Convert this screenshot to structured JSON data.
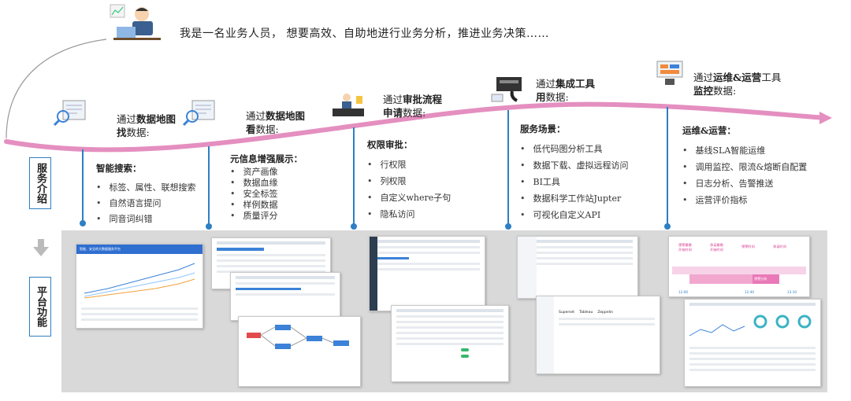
{
  "intro": "我是一名业务人员， 想要高效、自助地进行业务分析，推进业务决策……",
  "side_labels": {
    "service": "服务介绍",
    "platform": "平台功能"
  },
  "stages": [
    {
      "pre": "通过",
      "bold": "数据地图",
      "line2b": "找",
      "post": "数据:",
      "section": "智能搜索：",
      "items": [
        "标签、属性、联想搜索",
        "自然语言提问",
        "同音词纠错"
      ]
    },
    {
      "pre": "通过",
      "bold": "数据地图",
      "line2b": "看",
      "post": "数据:",
      "section": "元信息增强展示：",
      "items": [
        "资产画像",
        "数据血缘",
        "安全标签",
        "样例数据",
        "质量评分"
      ]
    },
    {
      "pre": "通过",
      "bold": "审批流程",
      "line2b": "申请",
      "post": "数据:",
      "section": "权限审批：",
      "items": [
        "行权限",
        "列权限",
        "自定义where子句",
        "隐私访问"
      ]
    },
    {
      "pre": "通过",
      "bold": "集成工具",
      "line2b": "用",
      "post": "数据:",
      "section": "服务场景：",
      "items": [
        "低代码图分析工具",
        "数据下载、虚拟远程访问",
        "BI工具",
        "数据科学工作站Jupter",
        "可视化自定义API"
      ]
    },
    {
      "pre": "通过",
      "bold": "运维&运营",
      "tail": "工具",
      "line2b": "监控",
      "post": "数据:",
      "section": "运维&运营：",
      "items": [
        "基线SLA智能运维",
        "调用监控、限流&熔断自配置",
        "日志分析、告警推送",
        "运营评价指标"
      ]
    }
  ],
  "screens": {
    "s1_title": "智能、安全的大数据服务平台",
    "s5_bars": [
      "预警最晚开始时间",
      "承诺最晚开始时间",
      "预警时间",
      "承诺时间",
      "预警分析"
    ],
    "s5_times": [
      "12:00",
      "12:40",
      "13:10"
    ],
    "s4_cards": [
      "Superset",
      "Tableau",
      "Zeppelin"
    ]
  },
  "colors": {
    "accent": "#2e7fc4",
    "curve": "#e48fc0",
    "pink": "#f2a7cf"
  }
}
